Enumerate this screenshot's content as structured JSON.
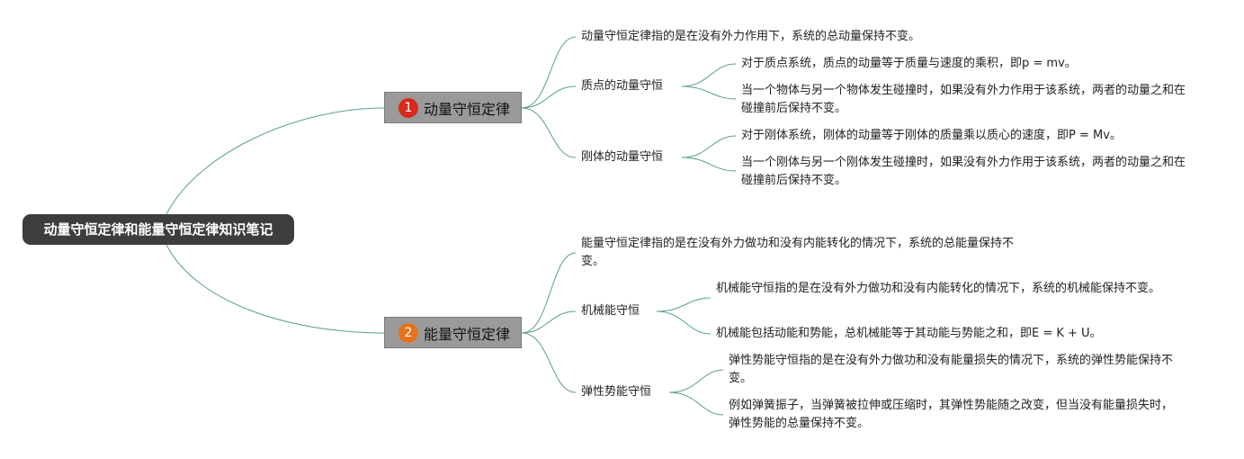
{
  "root": {
    "title": "动量守恒定律和能量守恒定律知识笔记"
  },
  "branches": [
    {
      "number": "1",
      "title": "动量守恒定律",
      "color": "#d9281c",
      "definition": "动量守恒定律指的是在没有外力作用下，系统的总动量保持不变。",
      "topics": [
        {
          "title": "质点的动量守恒",
          "points": [
            "对于质点系统，质点的动量等于质量与速度的乘积，即p = mv。",
            "当一个物体与另一个物体发生碰撞时，如果没有外力作用于该系统，两者的动量之和在碰撞前后保持不变。"
          ]
        },
        {
          "title": "刚体的动量守恒",
          "points": [
            "对于刚体系统，刚体的动量等于刚体的质量乘以质心的速度，即P = Mv。",
            "当一个刚体与另一个刚体发生碰撞时，如果没有外力作用于该系统，两者的动量之和在碰撞前后保持不变。"
          ]
        }
      ]
    },
    {
      "number": "2",
      "title": "能量守恒定律",
      "color": "#e8711a",
      "definition": "能量守恒定律指的是在没有外力做功和没有内能转化的情况下，系统的总能量保持不变。",
      "topics": [
        {
          "title": "机械能守恒",
          "points": [
            "机械能守恒指的是在没有外力做功和没有内能转化的情况下，系统的机械能保持不变。",
            "机械能包括动能和势能，总机械能等于其动能与势能之和，即E = K + U。"
          ]
        },
        {
          "title": "弹性势能守恒",
          "points": [
            "弹性势能守恒指的是在没有外力做功和没有能量损失的情况下，系统的弹性势能保持不变。",
            "例如弹簧振子，当弹簧被拉伸或压缩时，其弹性势能随之改变，但当没有能量损失时，弹性势能的总量保持不变。"
          ]
        }
      ]
    }
  ]
}
